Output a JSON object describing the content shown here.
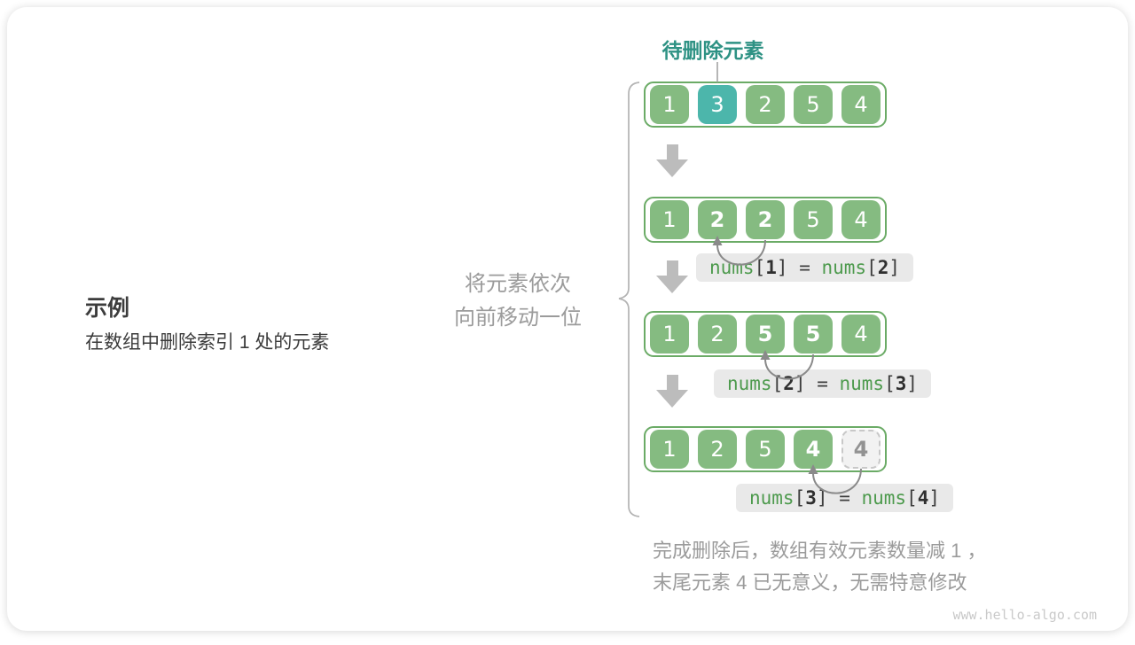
{
  "figure": {
    "target_label": "待删除元素",
    "shift_label": {
      "line1": "将元素依次",
      "line2": "向前移动一位"
    },
    "example": {
      "heading": "示例",
      "description": "在数组中删除索引 1 处的元素"
    },
    "notes": {
      "line1": "完成删除后，数组有效元素数量减 1 ，",
      "line2": "末尾元素 4 已无意义，无需特意修改"
    },
    "watermark": "www.hello-algo.com"
  },
  "arrays": [
    {
      "step": "initial",
      "cells": [
        {
          "value": "1"
        },
        {
          "value": "3",
          "variant": "highlight"
        },
        {
          "value": "2"
        },
        {
          "value": "5"
        },
        {
          "value": "4"
        }
      ]
    },
    {
      "step": "shift-1",
      "cells": [
        {
          "value": "1"
        },
        {
          "value": "2",
          "bold": true
        },
        {
          "value": "2",
          "bold": true
        },
        {
          "value": "5"
        },
        {
          "value": "4"
        }
      ],
      "code": [
        {
          "text": "nums",
          "type": "fn"
        },
        {
          "text": "[",
          "type": "p"
        },
        {
          "text": "1",
          "type": "idx"
        },
        {
          "text": "]",
          "type": "p"
        },
        {
          "text": " = ",
          "type": "p"
        },
        {
          "text": "nums",
          "type": "fn"
        },
        {
          "text": "[",
          "type": "p"
        },
        {
          "text": "2",
          "type": "idx"
        },
        {
          "text": "]",
          "type": "p"
        }
      ]
    },
    {
      "step": "shift-2",
      "cells": [
        {
          "value": "1"
        },
        {
          "value": "2"
        },
        {
          "value": "5",
          "bold": true
        },
        {
          "value": "5",
          "bold": true
        },
        {
          "value": "4"
        }
      ],
      "code": [
        {
          "text": "nums",
          "type": "fn"
        },
        {
          "text": "[",
          "type": "p"
        },
        {
          "text": "2",
          "type": "idx"
        },
        {
          "text": "]",
          "type": "p"
        },
        {
          "text": " = ",
          "type": "p"
        },
        {
          "text": "nums",
          "type": "fn"
        },
        {
          "text": "[",
          "type": "p"
        },
        {
          "text": "3",
          "type": "idx"
        },
        {
          "text": "]",
          "type": "p"
        }
      ]
    },
    {
      "step": "shift-3",
      "cells": [
        {
          "value": "1"
        },
        {
          "value": "2"
        },
        {
          "value": "5"
        },
        {
          "value": "4",
          "bold": true
        },
        {
          "value": "4",
          "bold": true,
          "variant": "ghost"
        }
      ],
      "code": [
        {
          "text": "nums",
          "type": "fn"
        },
        {
          "text": "[",
          "type": "p"
        },
        {
          "text": "3",
          "type": "idx"
        },
        {
          "text": "]",
          "type": "p"
        },
        {
          "text": " = ",
          "type": "p"
        },
        {
          "text": "nums",
          "type": "fn"
        },
        {
          "text": "[",
          "type": "p"
        },
        {
          "text": "4",
          "type": "idx"
        },
        {
          "text": "]",
          "type": "p"
        }
      ]
    }
  ],
  "colors": {
    "cell_green": "#85bb81",
    "cell_border_green": "#6bab66",
    "cell_teal": "#4cb6ab",
    "title_teal": "#2e9284",
    "arrow_gray": "#bcbcbc",
    "arc_gray": "#8a8a8a",
    "badge_bg": "#e9e9e9",
    "code_green": "#4d9a4d",
    "text_dark": "#3c3c3c",
    "text_gray": "#9b9b9b",
    "ghost_fill": "#f2f2f2",
    "ghost_border": "#c8c8c8",
    "watermark_gray": "#c9c9c9"
  }
}
